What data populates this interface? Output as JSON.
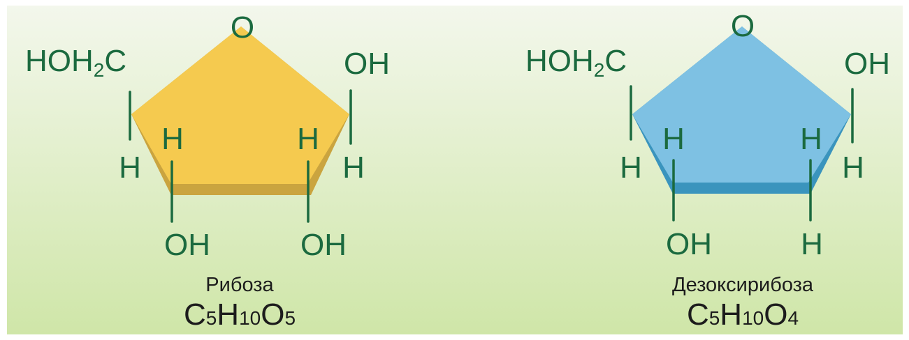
{
  "colors": {
    "background_top": "#f3f7ec",
    "background_bottom": "#cfe6a8",
    "atom_text": "#1b6a3f",
    "caption_text": "#1c1c1c",
    "ribose_face": "#f5ca4f",
    "ribose_edge": "#caa43f",
    "deoxyribose_face": "#7ec1e3",
    "deoxyribose_edge": "#3a94bd"
  },
  "ribose": {
    "ring_oxygen": "O",
    "hoh2c_prefix": "HOH",
    "hoh2c_sub": "2",
    "hoh2c_suffix": "C",
    "c1_oh": "OH",
    "c1_h": "H",
    "c4_h": "H",
    "c3_h": "H",
    "c2_h": "H",
    "c3_oh": "OH",
    "c2_oh": "OH",
    "name": "Рибоза",
    "formula": {
      "c": "C",
      "c_n": "5",
      "h": "H",
      "h_n": "10",
      "o": "O",
      "o_n": "5"
    }
  },
  "deoxyribose": {
    "ring_oxygen": "O",
    "hoh2c_prefix": "HOH",
    "hoh2c_sub": "2",
    "hoh2c_suffix": "C",
    "c1_oh": "OH",
    "c1_h": "H",
    "c4_h": "H",
    "c3_h": "H",
    "c2_h": "H",
    "c3_oh": "OH",
    "c2_h_bottom": "H",
    "name": "Дезоксирибоза",
    "formula": {
      "c": "C",
      "c_n": "5",
      "h": "H",
      "h_n": "10",
      "o": "O",
      "o_n": "4"
    }
  }
}
